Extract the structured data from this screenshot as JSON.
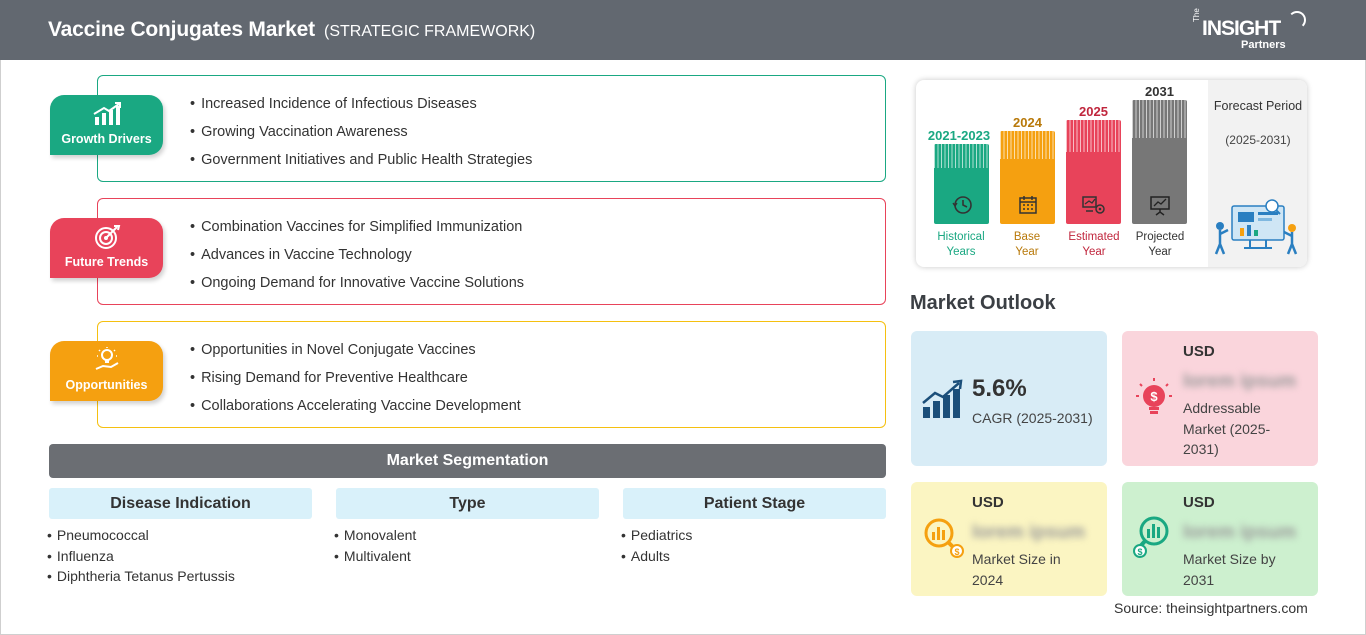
{
  "header": {
    "title": "Vaccine Conjugates Market",
    "subtitle": "(STRATEGIC FRAMEWORK)",
    "logo": {
      "the": "The",
      "insight": "INSIGHT",
      "partners": "Partners"
    }
  },
  "framework": {
    "growth_drivers": {
      "label": "Growth Drivers",
      "color": "#1aa882",
      "items": [
        "Increased Incidence of Infectious Diseases",
        "Growing Vaccination Awareness",
        "Government Initiatives and Public Health Strategies"
      ]
    },
    "future_trends": {
      "label": "Future Trends",
      "color": "#e8435a",
      "items": [
        "Combination Vaccines for Simplified Immunization",
        "Advances in Vaccine Technology",
        "Ongoing Demand for Innovative Vaccine Solutions"
      ]
    },
    "opportunities": {
      "label": "Opportunities",
      "color": "#f5a010",
      "items": [
        "Opportunities in Novel Conjugate Vaccines",
        "Rising Demand for Preventive Healthcare",
        "Collaborations Accelerating Vaccine Development"
      ]
    }
  },
  "segmentation": {
    "title": "Market Segmentation",
    "columns": [
      {
        "header": "Disease Indication",
        "items": [
          "Pneumococcal",
          "Influenza",
          "Diphtheria Tetanus Pertussis"
        ]
      },
      {
        "header": "Type",
        "items": [
          "Monovalent",
          "Multivalent"
        ]
      },
      {
        "header": "Patient Stage",
        "items": [
          "Pediatrics",
          "Adults"
        ]
      }
    ]
  },
  "timeline": {
    "bars": [
      {
        "year": "2021-2023",
        "caption1": "Historical",
        "caption2": "Years",
        "color": "#1aa882",
        "icon": "history-icon"
      },
      {
        "year": "2024",
        "caption1": "Base",
        "caption2": "Year",
        "color": "#f5a010",
        "icon": "calendar-icon"
      },
      {
        "year": "2025",
        "caption1": "Estimated",
        "caption2": "Year",
        "color": "#e8435a",
        "icon": "estimate-gear-icon"
      },
      {
        "year": "2031",
        "caption1": "Projected",
        "caption2": "Year",
        "color": "#777777",
        "icon": "presentation-chart-icon"
      }
    ],
    "forecast_title": "Forecast Period",
    "forecast_range": "(2025-2031)"
  },
  "outlook": {
    "title": "Market Outlook",
    "cagr": {
      "value": "5.6%",
      "label": "CAGR (2025-2031)",
      "bg": "#d8ecf6"
    },
    "addressable": {
      "usd": "USD",
      "value": "lorem ipsum",
      "label": "Addressable Market (2025-2031)",
      "bg": "#fad5dc"
    },
    "size_2024": {
      "usd": "USD",
      "value": "lorem ipsum",
      "label": "Market Size in 2024",
      "bg": "#fbf5c2"
    },
    "size_2031": {
      "usd": "USD",
      "value": "lorem ipsum",
      "label": "Market Size by 2031",
      "bg": "#cdf0cf"
    }
  },
  "source": "Source: theinsightpartners.com"
}
